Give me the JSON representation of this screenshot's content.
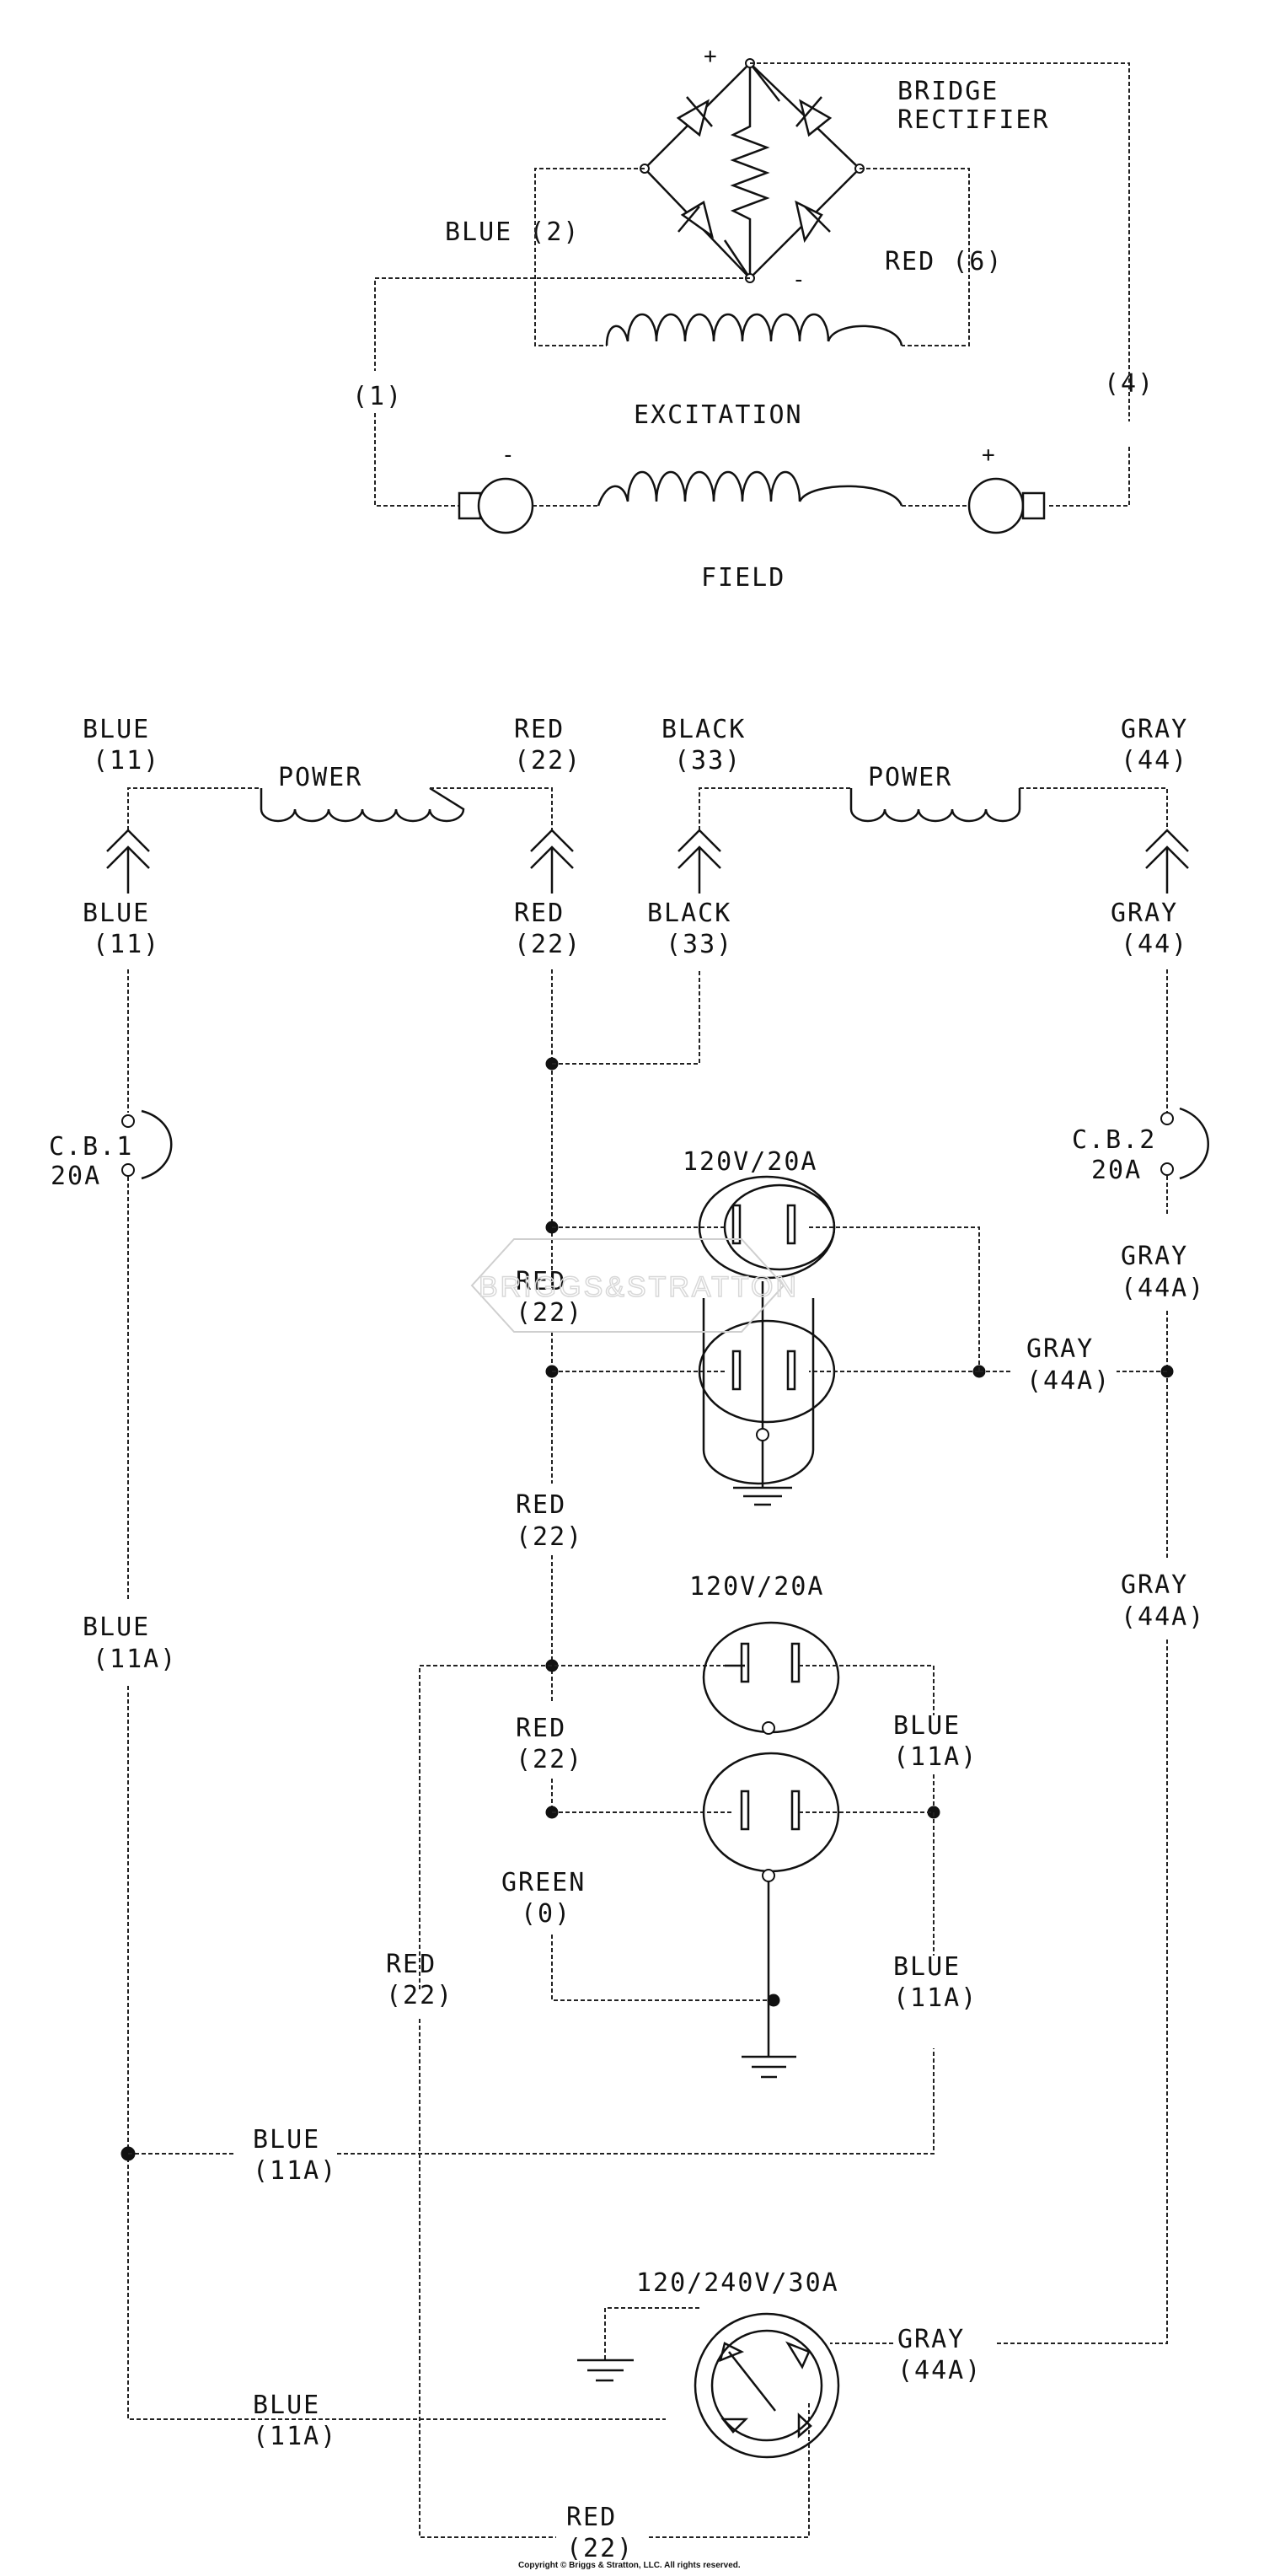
{
  "rectifier": {
    "title_line1": "BRIDGE",
    "title_line2": "RECTIFIER",
    "plus": "+",
    "minus": "-",
    "blue_lead": "BLUE (2)",
    "red_lead": "RED (6)",
    "lead1": "(1)",
    "lead4": "(4)"
  },
  "excitation": {
    "label": "EXCITATION"
  },
  "field": {
    "label": "FIELD",
    "minus": "-",
    "plus": "+"
  },
  "power_left": {
    "coil": "POWER",
    "top_left": [
      "BLUE",
      "(11)"
    ],
    "top_right": [
      "RED",
      "(22)"
    ],
    "bottom_left": [
      "BLUE",
      "(11)"
    ],
    "bottom_right": [
      "RED",
      "(22)"
    ]
  },
  "power_right": {
    "coil": "POWER",
    "top_left": [
      "BLACK",
      "(33)"
    ],
    "top_right": [
      "GRAY",
      "(44)"
    ],
    "bottom_left": [
      "BLACK",
      "(33)"
    ],
    "bottom_right": [
      "GRAY",
      "(44)"
    ]
  },
  "breakers": {
    "cb1": [
      "C.B.1",
      "20A"
    ],
    "cb2": [
      "C.B.2",
      "20A"
    ]
  },
  "outlet1": {
    "rating": "120V/20A"
  },
  "outlet2": {
    "rating": "120V/20A"
  },
  "twistlock": {
    "rating": "120/240V/30A"
  },
  "wires": {
    "red22_a": [
      "RED",
      "(22)"
    ],
    "red22_b": [
      "RED",
      "(22)"
    ],
    "red22_c": [
      "RED",
      "(22)"
    ],
    "red22_d": [
      "RED",
      "(22)"
    ],
    "red22_e": [
      "RED",
      "(22)"
    ],
    "gray44a_a": [
      "GRAY",
      "(44A)"
    ],
    "gray44a_b": [
      "GRAY",
      "(44A)"
    ],
    "gray44a_c": [
      "GRAY",
      "(44A)"
    ],
    "gray44a_d": "GRAY",
    "gray44a_d2": "(44A)",
    "blue11a_a": [
      "BLUE",
      "(11A)"
    ],
    "blue11a_b": [
      "BLUE",
      "(11A)"
    ],
    "blue11a_c": [
      "BLUE",
      "(11A)"
    ],
    "blue11a_d": [
      "BLUE",
      "(11A)"
    ],
    "blue11a_e": [
      "BLUE",
      "(11A)"
    ],
    "green0": [
      "GREEN",
      "(0)"
    ]
  },
  "watermark": "BRIGGS&STRATTON",
  "copyright": "Copyright © Briggs & Stratton, LLC. All rights reserved."
}
